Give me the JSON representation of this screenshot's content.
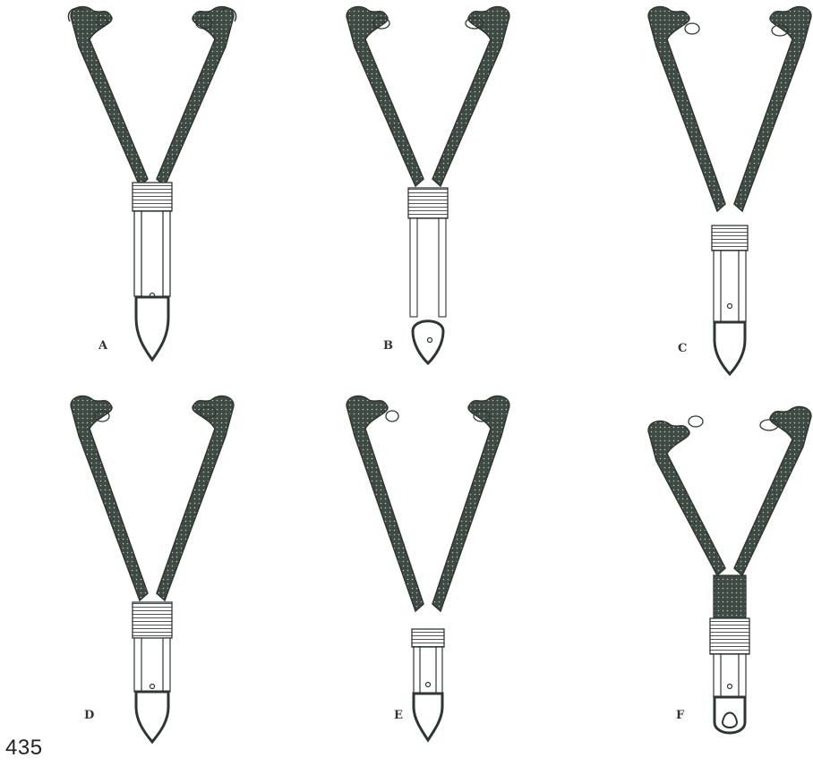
{
  "page_number": "435",
  "figures": [
    {
      "label": "A"
    },
    {
      "label": "B"
    },
    {
      "label": "C"
    },
    {
      "label": "D"
    },
    {
      "label": "E"
    },
    {
      "label": "F"
    }
  ],
  "colors": {
    "ink": "#3a3f3b",
    "duct_fill": "#3f4a44",
    "paper": "#ffffff"
  }
}
